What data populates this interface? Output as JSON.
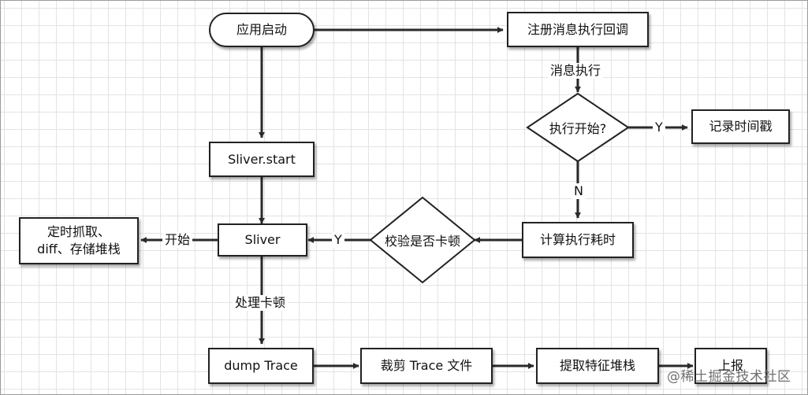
{
  "nodes": {
    "app_start": "应用启动",
    "register_callback": "注册消息执行回调",
    "exec_start": "执行开始?",
    "record_timestamp": "记录时间戳",
    "sliver_start": "Sliver.start",
    "calc_exec_time": "计算执行耗时",
    "check_stall": "校验是否卡顿",
    "sliver": "Sliver",
    "capture_line1": "定时抓取、",
    "capture_line2": "diff、存储堆栈",
    "dump_trace": "dump Trace",
    "trim_trace": "裁剪 Trace 文件",
    "extract_stack": "提取特征堆栈",
    "report": "上报"
  },
  "edge_labels": {
    "message_exec": "消息执行",
    "yes_record": "Y",
    "no_calc": "N",
    "yes_sliver": "Y",
    "begin": "开始",
    "handle_stall": "处理卡顿"
  },
  "watermark": "@稀土掘金技术社区",
  "colors": {
    "line": "#2a2a2a",
    "border": "#222222",
    "grid": "#e3e3e3"
  }
}
